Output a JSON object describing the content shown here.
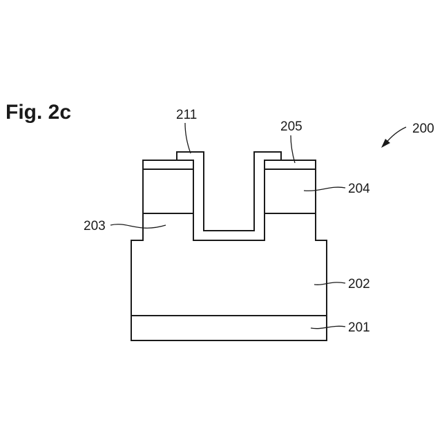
{
  "figure": {
    "title": "Fig. 2c",
    "labels": {
      "device": "200",
      "substrate": "201",
      "layer_202": "202",
      "layer_203": "203",
      "layer_204": "204",
      "layer_205": "205",
      "layer_211": "211"
    }
  }
}
